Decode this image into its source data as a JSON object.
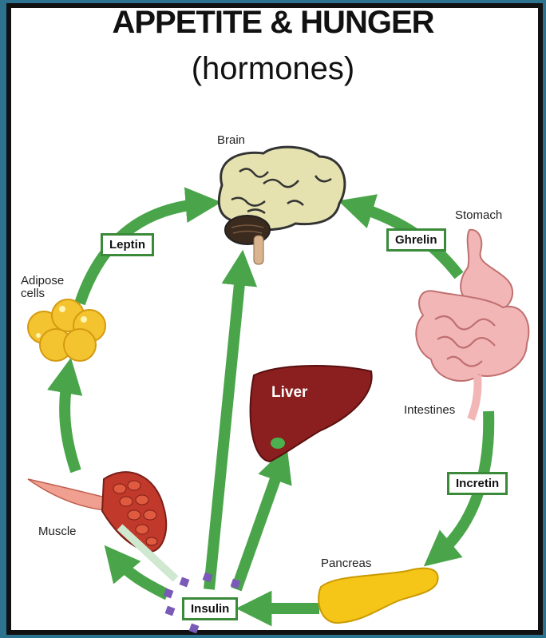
{
  "title": "APPETITE & HUNGER",
  "subtitle": "(hormones)",
  "organs": {
    "brain": "Brain",
    "stomach": "Stomach",
    "adipose": "Adipose cells",
    "intestines": "Intestines",
    "liver": "Liver",
    "muscle": "Muscle",
    "pancreas": "Pancreas"
  },
  "hormones": {
    "leptin": "Leptin",
    "ghrelin": "Ghrelin",
    "incretin": "Incretin",
    "insulin": "Insulin"
  },
  "colors": {
    "arrow": "#4aa54a",
    "box_border": "#3a8a3a",
    "brain": "#e6e2b0",
    "liver": "#8b1e1e",
    "adipose": "#f4c430",
    "muscle": "#c0392b",
    "pancreas": "#f5c518",
    "intestines": "#f2b6b6"
  }
}
